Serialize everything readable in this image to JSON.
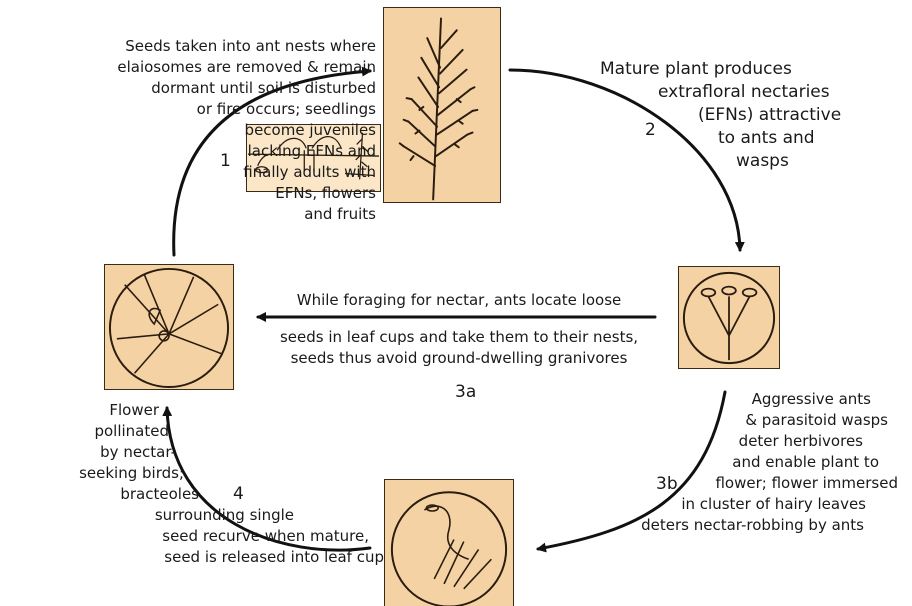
{
  "steps": {
    "s1": {
      "number": "1",
      "lines": [
        "Seeds taken into ant nests where",
        "elaiosomes are removed & remain",
        "dormant until soil is disturbed",
        "or fire occurs; seedlings",
        "become juveniles",
        "lacking EFNs and",
        "finally adults with",
        "EFNs, flowers",
        "and  fruits"
      ]
    },
    "s2": {
      "number": "2",
      "lines": [
        "Mature plant produces",
        "extrafloral nectaries",
        "(EFNs) attractive",
        "to ants and",
        "wasps"
      ]
    },
    "s3a": {
      "number": "3a",
      "lines": [
        "While foraging for nectar, ants locate loose",
        "seeds in leaf cups and take them to their nests,",
        "seeds thus avoid ground-dwelling granivores"
      ]
    },
    "s3b": {
      "number": "3b",
      "lines": [
        "Aggressive ants",
        "& parasitoid wasps",
        "deter herbivores",
        "and enable plant to",
        "flower; flower immersed",
        "in cluster of hairy leaves",
        "deters nectar-robbing by ants"
      ]
    },
    "s4": {
      "number": "4",
      "lines": [
        "Flower",
        "pollinated",
        "by nectar-",
        "seeking birds;",
        "bracteoles",
        "surrounding single",
        "seed recurve when mature,",
        "seed is released into leaf cup"
      ]
    }
  }
}
